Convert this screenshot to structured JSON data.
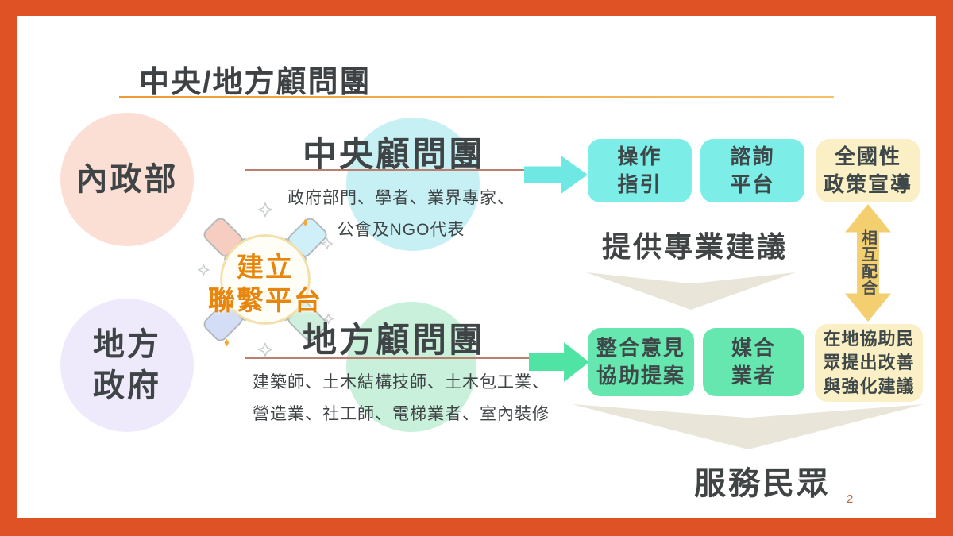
{
  "slide": {
    "title": "中央/地方顧問團",
    "page_number": "2"
  },
  "actors": {
    "central_gov": "內政部",
    "local_gov_lines": [
      "地方",
      "政府"
    ]
  },
  "platform": {
    "lines": [
      "建立",
      "聯繫平台"
    ]
  },
  "central_team": {
    "title": "中央顧問團",
    "members": [
      "政府部門、學者、業界專家、",
      "公會及NGO代表"
    ]
  },
  "local_team": {
    "title": "地方顧問團",
    "members": [
      "建築師、土木結構技師、土木包工業、",
      "營造業、社工師、電梯業者、室內裝修"
    ]
  },
  "central_outputs": {
    "boxes": [
      {
        "lines": [
          "操作",
          "指引"
        ]
      },
      {
        "lines": [
          "諮詢",
          "平台"
        ]
      },
      {
        "lines": [
          "全國性",
          "政策宣導"
        ]
      }
    ],
    "caption": "提供專業建議"
  },
  "local_outputs": {
    "boxes": [
      {
        "lines": [
          "整合意見",
          "協助提案"
        ]
      },
      {
        "lines": [
          "媒合",
          "業者"
        ]
      },
      {
        "lines": [
          "在地協助民",
          "眾提出改善",
          "與強化建議"
        ]
      }
    ],
    "caption": "服務民眾"
  },
  "mutual_label": "相互配合",
  "colors": {
    "border": "#DE5226",
    "title_underline": "#F0A843",
    "section_underline": "#B9806F",
    "cyan_box": "#7DEDE7",
    "green_box": "#67E7B0",
    "yellow_box": "#FAEFC5",
    "pink_circle": "#FBDFD4",
    "lavender_circle": "#EFEAFB",
    "cyan_circle": "#C7F0F4",
    "green_circle": "#C9F0DA",
    "cyan_arrow": "#6FE8E4",
    "green_arrow": "#4FE3A4",
    "yellow_arrow": "#F3CF6F",
    "beige_chevron": "#E9E6D9",
    "platform_text": "#E8860B",
    "text_dark": "#3F4446"
  }
}
